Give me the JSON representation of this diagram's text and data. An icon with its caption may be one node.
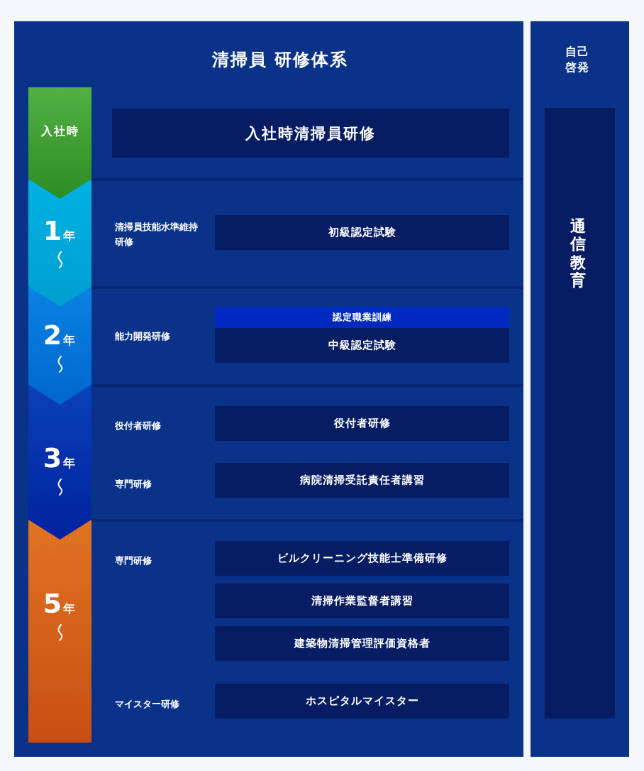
{
  "diagram": {
    "nodes": [
      {
        "text": [
          "清掃員 研修体系"
        ]
      },
      {
        "text": [
          "入社時"
        ],
        "in": 0
      },
      {
        "text": [
          "入社時清掃員研修"
        ],
        "in": 0
      },
      {
        "text": [
          "1年"
        ],
        "in": 0
      },
      {
        "text": [
          "初級認定試験"
        ],
        "in": 0
      },
      {
        "text": [
          "2年"
        ],
        "in": 0
      },
      {
        "text": [
          "認定職業訓練"
        ],
        "in": 0
      },
      {
        "text": [
          "中級認定試験"
        ],
        "in": 0
      },
      {
        "text": [
          "3年"
        ],
        "in": 0
      },
      {
        "text": [
          "役付者研修"
        ],
        "in": 0
      },
      {
        "text": [
          "病院清掃受託責任者講習"
        ],
        "in": 0
      },
      {
        "text": [
          "5年"
        ],
        "in": 0
      },
      {
        "text": [
          "ビルクリーニング技能士準備研修"
        ],
        "in": 0
      },
      {
        "text": [
          "清掃作業監督者講習"
        ],
        "in": 0
      },
      {
        "text": [
          "建築物清掃管理評価資格者"
        ],
        "in": 0
      },
      {
        "text": [
          "ホスピタルマイスター"
        ],
        "in": 0
      },
      {
        "text": [
          "自己啓発"
        ]
      },
      {
        "text": [
          "通信教育"
        ],
        "in": 16
      }
    ],
    "labels": [
      "清掃員技能水準維持研修",
      "能力開発研修",
      "役付者研修",
      "専門研修",
      "専門研修",
      "マイスター研修"
    ]
  }
}
